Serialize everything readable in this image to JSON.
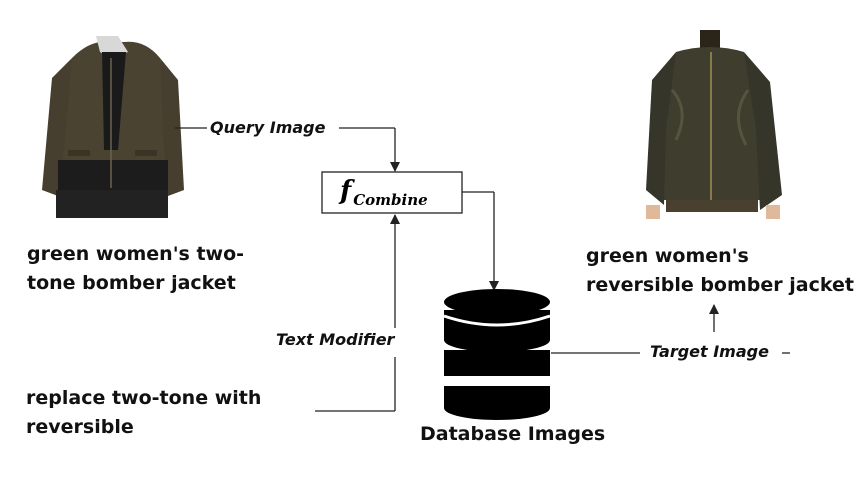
{
  "query": {
    "caption_line1": "green women's two-",
    "caption_line2": "tone bomber jacket",
    "edge_label": "Query Image"
  },
  "target": {
    "caption_line1": "green women's",
    "caption_line2": "reversible bomber jacket",
    "edge_label": "Target Image"
  },
  "modifier": {
    "text_line1": "replace two-tone with",
    "text_line2": "reversible",
    "edge_label": "Text Modifier"
  },
  "combine": {
    "symbol": "f",
    "subscript": "Combine"
  },
  "database": {
    "label": "Database Images",
    "icon": "database-icon"
  },
  "images": {
    "query_photo": "bomber-jacket-icon",
    "target_photo": "bomber-jacket-icon"
  },
  "colors": {
    "query_jacket": "#4b4332",
    "query_hem": "#1c1c1c",
    "target_jacket": "#3e3d2e",
    "database": "#000000",
    "line": "#222222"
  }
}
